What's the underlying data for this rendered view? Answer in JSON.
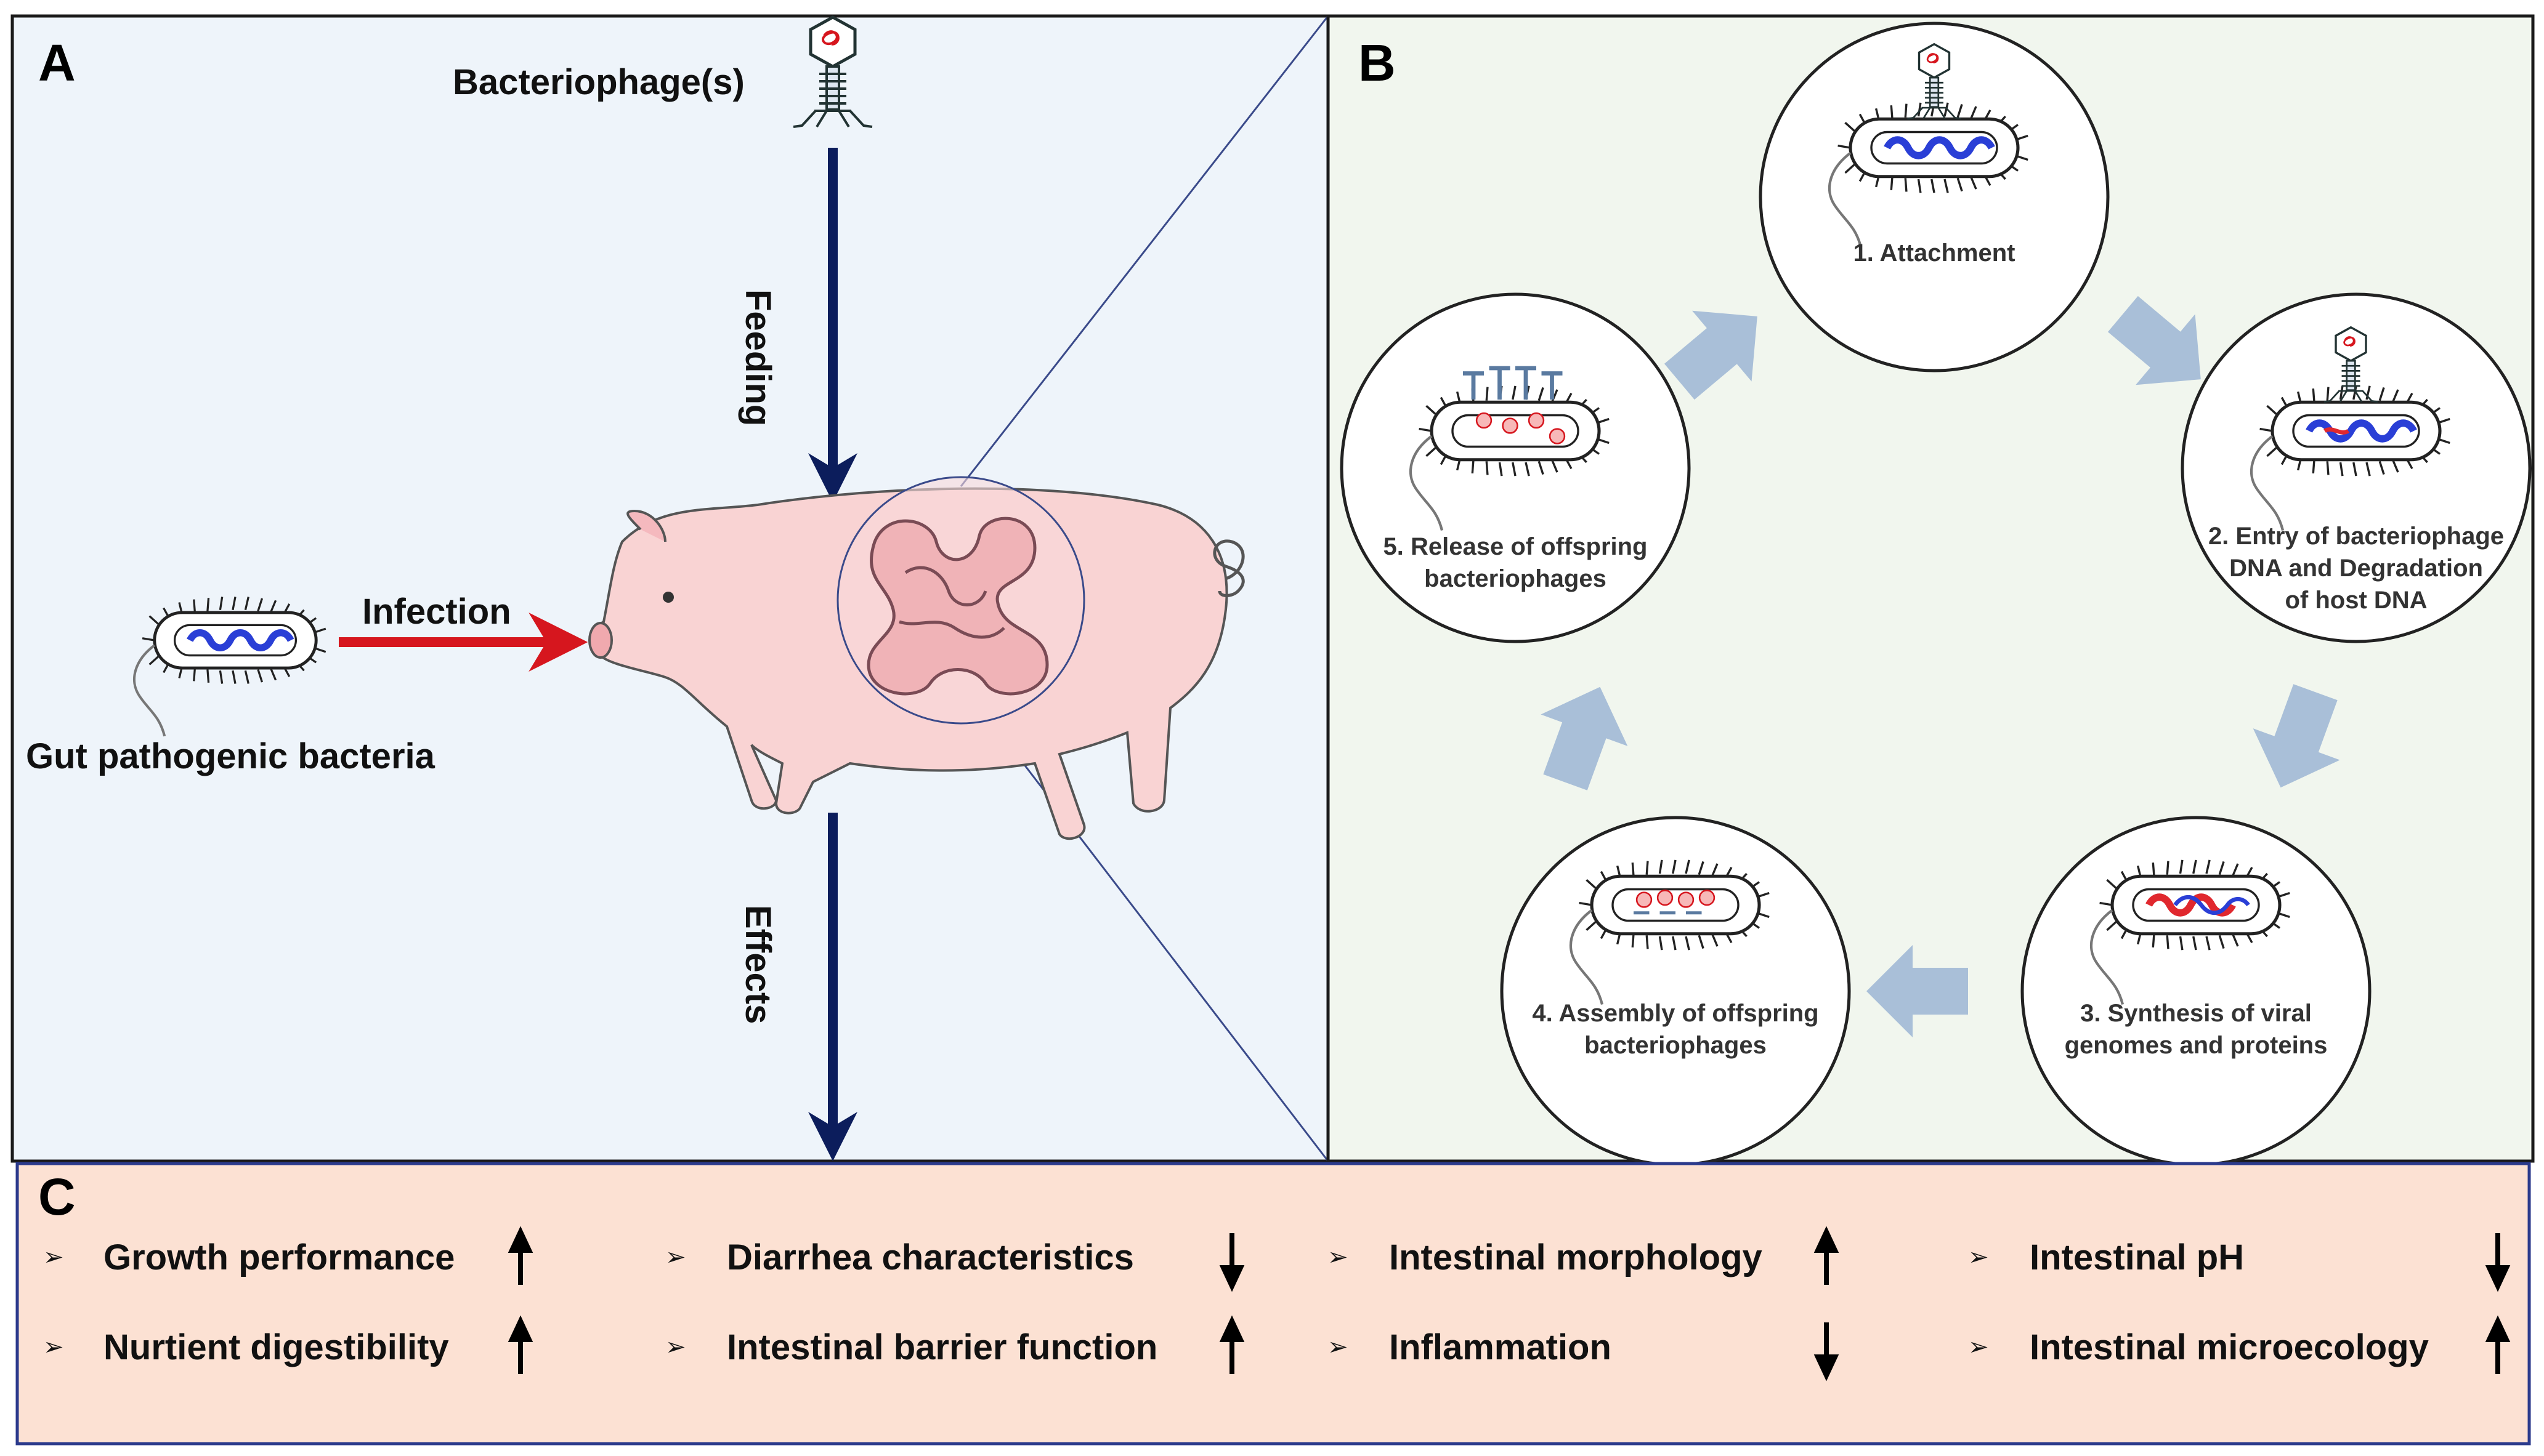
{
  "panels": {
    "a": {
      "letter": "A"
    },
    "b": {
      "letter": "B"
    },
    "c": {
      "letter": "C"
    }
  },
  "panel_a": {
    "phage_label": "Bacteriophage(s)",
    "feeding_label": "Feeding",
    "infection_label": "Infection",
    "bacteria_label": "Gut pathogenic bacteria",
    "effects_label": "Effects"
  },
  "panel_b": {
    "steps": [
      {
        "lines": [
          "1. Attachment"
        ]
      },
      {
        "lines": [
          "2. Entry of bacteriophage",
          "DNA and Degradation",
          "of host DNA"
        ]
      },
      {
        "lines": [
          "3. Synthesis of viral",
          "genomes and proteins"
        ]
      },
      {
        "lines": [
          "4. Assembly of offspring",
          "bacteriophages"
        ]
      },
      {
        "lines": [
          "5. Release of offspring",
          "bacteriophages"
        ]
      }
    ]
  },
  "panel_c": {
    "effects": [
      {
        "label": "Growth performance",
        "trend": "up"
      },
      {
        "label": "Diarrhea characteristics",
        "trend": "down"
      },
      {
        "label": "Intestinal morphology",
        "trend": "up"
      },
      {
        "label": "Intestinal pH",
        "trend": "down"
      },
      {
        "label": "Nurtient digestibility",
        "trend": "up"
      },
      {
        "label": "Intestinal barrier function",
        "trend": "up"
      },
      {
        "label": "Inflammation",
        "trend": "down"
      },
      {
        "label": "Intestinal microecology",
        "trend": "up"
      }
    ],
    "bullet_glyph": "➢"
  },
  "colors": {
    "panel_a_bg": "#eef4fa",
    "panel_b_bg": "#f1f6ee",
    "panel_c_bg": "#fce1d3",
    "panel_c_border": "#2b3a8c",
    "feeding_arrow": "#0c1d5c",
    "infection_arrow": "#d6161e",
    "cycle_arrow": "#a9bfd8",
    "pig_body": "#f9d3d3",
    "intestine": "#f0b3b7",
    "dna": "#2a3fd6",
    "viral_dna": "#e0282e"
  },
  "icons": {
    "phage": "bacteriophage-icon",
    "bacterium": "bacterium-icon",
    "pig": "pig-icon",
    "intestine": "intestine-icon",
    "up": "arrow-up-icon",
    "down": "arrow-down-icon"
  }
}
